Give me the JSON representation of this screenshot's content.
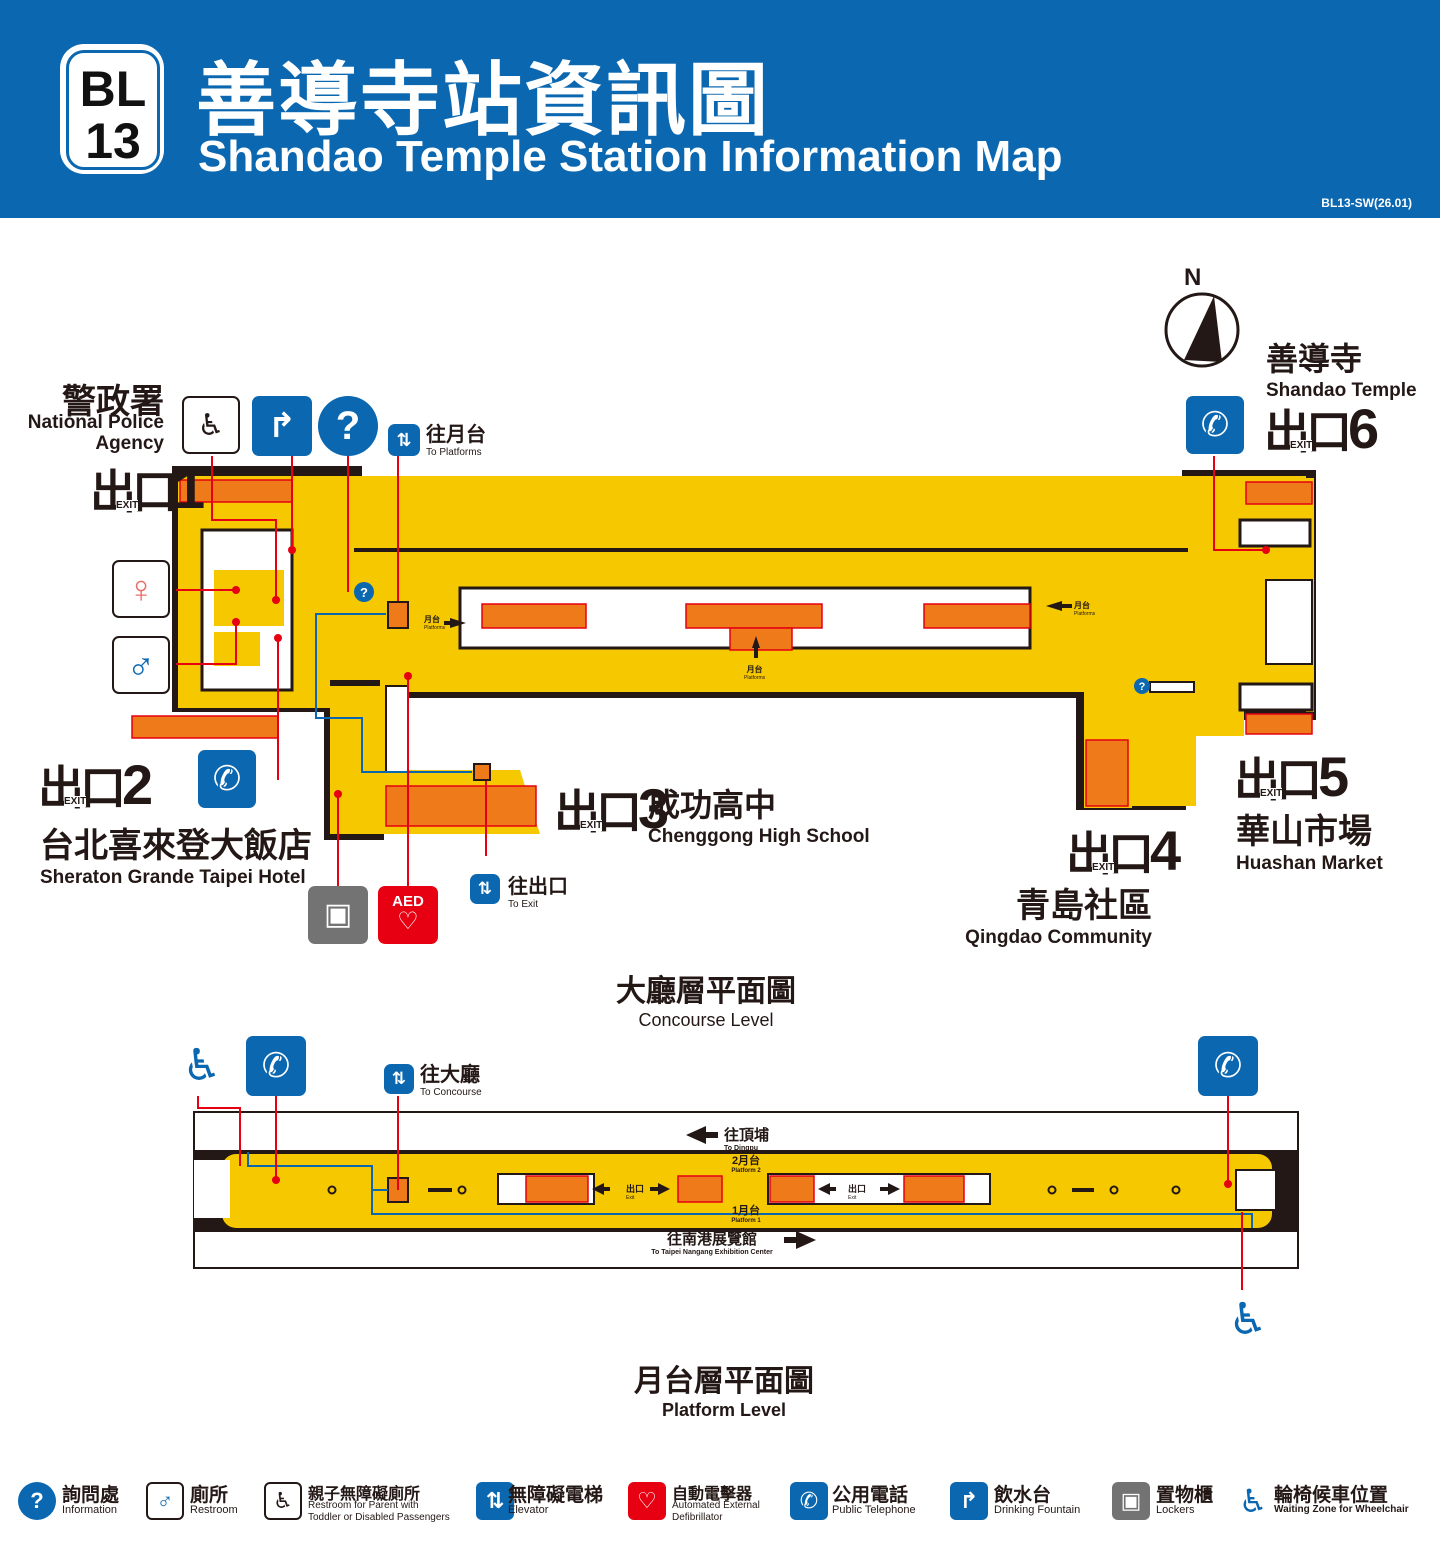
{
  "header": {
    "line_code": "BL",
    "station_number": "13",
    "title_zh": "善導寺站資訊圖",
    "title_en": "Shandao Temple Station Information Map",
    "version": "BL13-SW(26.01)"
  },
  "compass": {
    "label": "N"
  },
  "exits": [
    {
      "number": "1",
      "exit_zh": "出口",
      "exit_en": "EXIT",
      "landmark_zh": "警政署",
      "landmark_en": "National Police Agency"
    },
    {
      "number": "2",
      "exit_zh": "出口",
      "exit_en": "EXIT",
      "landmark_zh": "台北喜來登大飯店",
      "landmark_en": "Sheraton Grande Taipei Hotel"
    },
    {
      "number": "3",
      "exit_zh": "出口",
      "exit_en": "EXIT",
      "landmark_zh": "成功高中",
      "landmark_en": "Chenggong High School"
    },
    {
      "number": "4",
      "exit_zh": "出口",
      "exit_en": "EXIT",
      "landmark_zh": "青島社區",
      "landmark_en": "Qingdao Community"
    },
    {
      "number": "5",
      "exit_zh": "出口",
      "exit_en": "EXIT",
      "landmark_zh": "華山市場",
      "landmark_en": "Huashan Market"
    },
    {
      "number": "6",
      "exit_zh": "出口",
      "exit_en": "EXIT",
      "landmark_zh": "善導寺",
      "landmark_en": "Shandao Temple"
    }
  ],
  "concourse": {
    "title_zh": "大廳層平面圖",
    "title_en": "Concourse Level",
    "to_platforms_zh": "往月台",
    "to_platforms_en": "To Platforms",
    "to_exit_zh": "往出口",
    "to_exit_en": "To Exit",
    "platform_zh": "月台",
    "platform_en": "Platforms",
    "aed_label": "AED"
  },
  "platform": {
    "title_zh": "月台層平面圖",
    "title_en": "Platform Level",
    "to_concourse_zh": "往大廳",
    "to_concourse_en": "To Concourse",
    "dir_west_zh": "往頂埔",
    "dir_west_en": "To Dingpu",
    "dir_east_zh": "往南港展覽館",
    "dir_east_en": "To Taipei Nangang Exhibition Center",
    "platform2_zh": "2月台",
    "platform2_en": "Platform 2",
    "platform1_zh": "1月台",
    "platform1_en": "Platform 1",
    "exit_zh": "出口",
    "exit_en": "Exit"
  },
  "legend": [
    {
      "zh": "詢問處",
      "en": "Information",
      "icon": "info-icon"
    },
    {
      "zh": "廁所",
      "en": "Restroom",
      "icon": "restroom-icon"
    },
    {
      "zh": "親子無障礙廁所",
      "en": "Restroom for Parent with",
      "en2": "Toddler or Disabled Passengers",
      "icon": "family-restroom-icon"
    },
    {
      "zh": "無障礙電梯",
      "en": "Elevator",
      "icon": "elevator-icon"
    },
    {
      "zh": "自動電擊器",
      "en": "Automated External",
      "en2": "Defibrillator",
      "icon": "aed-icon"
    },
    {
      "zh": "公用電話",
      "en": "Public Telephone",
      "icon": "telephone-icon"
    },
    {
      "zh": "飲水台",
      "en": "Drinking Fountain",
      "icon": "fountain-icon"
    },
    {
      "zh": "置物櫃",
      "en": "Lockers",
      "icon": "locker-icon"
    },
    {
      "zh": "輪椅候車位置",
      "en": "Waiting Zone for Wheelchair",
      "icon": "wheelchair-icon"
    }
  ],
  "colors": {
    "brand_blue": "#0a67b0",
    "floor_yellow": "#f5c800",
    "escalator_orange": "#ee7a1a",
    "leader_red": "#e60012",
    "aed_red": "#e60012",
    "locker_gray": "#737373"
  }
}
